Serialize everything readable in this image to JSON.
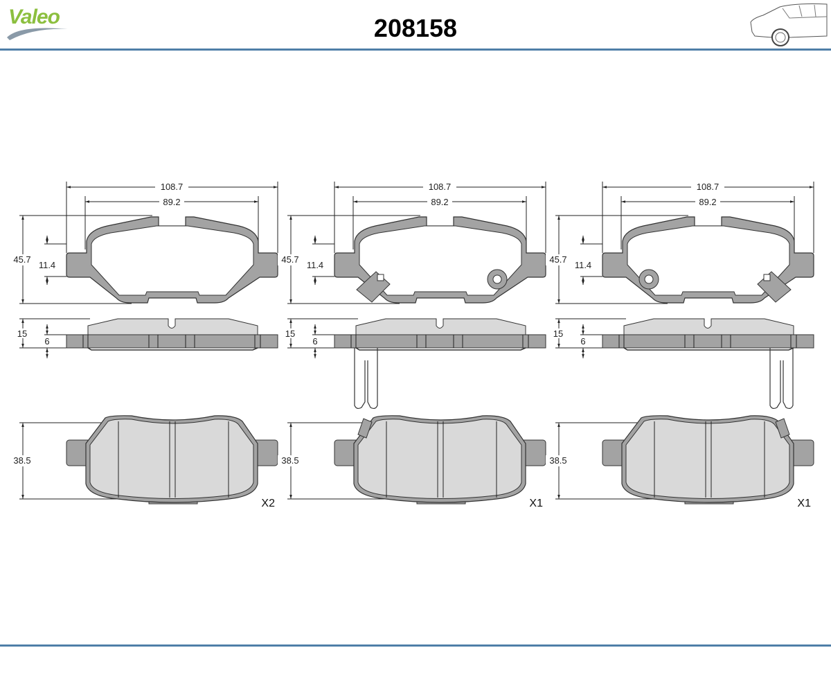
{
  "header": {
    "brand": "Valeo",
    "part_number": "208158"
  },
  "colors": {
    "brand_green": "#8cbf3f",
    "rule_blue": "#4f7fa8",
    "backplate_gray": "#a3a3a3",
    "friction_gray": "#d9d9d9"
  },
  "columns": [
    {
      "variant": "plain",
      "dims": {
        "overall_width": "108.7",
        "inner_width": "89.2",
        "height": "45.7",
        "ear_height": "11.4",
        "thickness": "15",
        "plate_thickness": "6",
        "friction_height": "38.5"
      },
      "quantity": "X2"
    },
    {
      "variant": "sensor-left",
      "dims": {
        "overall_width": "108.7",
        "inner_width": "89.2",
        "height": "45.7",
        "ear_height": "11.4",
        "thickness": "15",
        "plate_thickness": "6",
        "friction_height": "38.5"
      },
      "quantity": "X1"
    },
    {
      "variant": "sensor-right",
      "dims": {
        "overall_width": "108.7",
        "inner_width": "89.2",
        "height": "45.7",
        "ear_height": "11.4",
        "thickness": "15",
        "plate_thickness": "6",
        "friction_height": "38.5"
      },
      "quantity": "X1"
    }
  ]
}
